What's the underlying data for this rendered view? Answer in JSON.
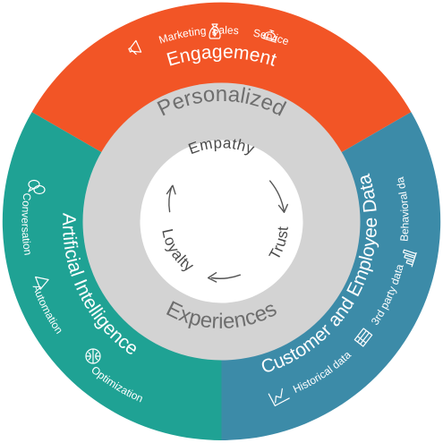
{
  "colors": {
    "engagement": "#F25526",
    "ai": "#1FA294",
    "data": "#3C8BA8",
    "middle_ring": "#D3D3D3",
    "center": "#FFFFFF"
  },
  "segments": {
    "engagement": {
      "title": "Engagement",
      "items": [
        {
          "label": "Marketing",
          "icon": "megaphone-icon"
        },
        {
          "label": "Sales",
          "icon": "money-bag-icon"
        },
        {
          "label": "Service",
          "icon": "service-bell-icon"
        }
      ]
    },
    "ai": {
      "title": "Artificial Intelligence",
      "items": [
        {
          "label": "Conversation",
          "icon": "chat-bubbles-icon"
        },
        {
          "label": "Automation",
          "icon": "triangle-icon"
        },
        {
          "label": "Optimization",
          "icon": "brain-icon"
        }
      ]
    },
    "data": {
      "title": "Customer and Employee Data",
      "items": [
        {
          "label": "Behavioral data",
          "icon": "bar-chart-icon"
        },
        {
          "label": "3rd party data",
          "icon": "database-icon"
        },
        {
          "label": "Historical data",
          "icon": "line-chart-icon"
        }
      ]
    }
  },
  "middle_ring": {
    "top": "Personalized",
    "bottom": "Experiences"
  },
  "cycle": {
    "top": "Empathy",
    "right": "Trust",
    "left": "Loyalty"
  }
}
